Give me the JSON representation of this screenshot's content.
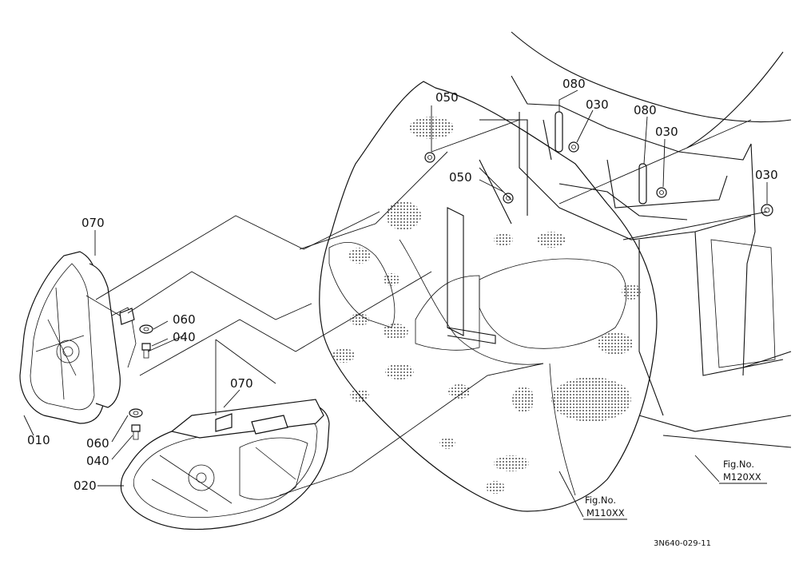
{
  "diagram": {
    "part_labels": {
      "p010": "010",
      "p020": "020",
      "p030a": "030",
      "p030b": "030",
      "p030c": "030",
      "p040a": "040",
      "p040b": "040",
      "p050a": "050",
      "p050b": "050",
      "p060a": "060",
      "p060b": "060",
      "p070a": "070",
      "p070b": "070",
      "p080a": "080",
      "p080b": "080"
    },
    "fig_refs": {
      "m110_title": "Fig.No.",
      "m110_code": "M110XX",
      "m120_title": "Fig.No.",
      "m120_code": "M120XX"
    },
    "document_number": "3N640-029-11"
  }
}
